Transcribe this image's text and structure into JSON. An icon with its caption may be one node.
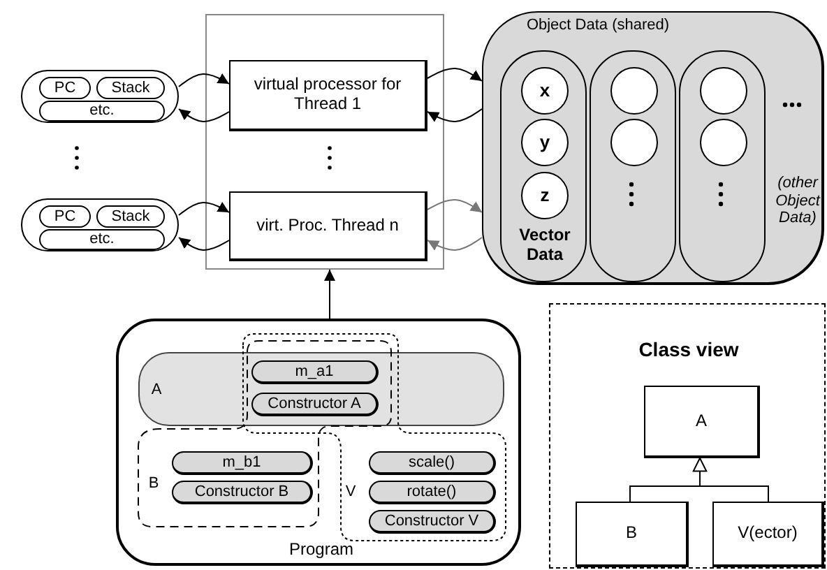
{
  "diagram": {
    "nodes": [
      {
        "text": [],
        "shape": "box"
      },
      {
        "text": [
          "PC"
        ],
        "in": 0
      },
      {
        "text": [
          "Stack"
        ],
        "in": 0
      },
      {
        "text": [
          "etc."
        ],
        "in": 0
      },
      {
        "text": [],
        "shape": "box"
      },
      {
        "text": [
          "PC"
        ],
        "in": 4
      },
      {
        "text": [
          "Stack"
        ],
        "in": 4
      },
      {
        "text": [
          "etc."
        ],
        "in": 4
      },
      {
        "text": [],
        "shape": "box"
      },
      {
        "text": [
          "virtual processor for Thread 1"
        ],
        "in": 8
      },
      {
        "text": [
          "virt. Proc. Thread n"
        ],
        "in": 8
      },
      {
        "text": [
          "Object Data (shared)",
          "(other Object Data)"
        ]
      },
      {
        "text": [
          "Vector Data"
        ],
        "in": 11
      },
      {
        "text": [
          "x"
        ],
        "in": 12
      },
      {
        "text": [
          "y"
        ],
        "in": 12
      },
      {
        "text": [
          "z"
        ],
        "in": 12
      },
      {
        "text": [],
        "shape": "box",
        "in": 11
      },
      {
        "text": [],
        "shape": "circle",
        "in": 16
      },
      {
        "text": [],
        "shape": "circle",
        "in": 16
      },
      {
        "text": [],
        "shape": "box",
        "in": 11
      },
      {
        "text": [],
        "shape": "circle",
        "in": 19
      },
      {
        "text": [],
        "shape": "circle",
        "in": 19
      },
      {
        "text": [
          "Program"
        ]
      },
      {
        "text": [
          "A"
        ],
        "in": 22
      },
      {
        "text": [
          "m_a1"
        ]
      },
      {
        "text": [
          "Constructor A"
        ]
      },
      {
        "text": [
          "B"
        ],
        "in": 22
      },
      {
        "text": [
          "m_b1"
        ],
        "in": 26
      },
      {
        "text": [
          "Constructor B"
        ],
        "in": 26
      },
      {
        "text": [
          "V"
        ],
        "in": 22
      },
      {
        "text": [
          "scale()"
        ],
        "in": 29
      },
      {
        "text": [
          "rotate()"
        ],
        "in": 29
      },
      {
        "text": [
          "Constructor V"
        ],
        "in": 29
      },
      {
        "text": [
          "Class view"
        ]
      },
      {
        "text": [
          "A"
        ],
        "in": 33
      },
      {
        "text": [
          "B"
        ],
        "in": 33
      },
      {
        "text": [
          "V(ector)"
        ],
        "in": 33
      }
    ],
    "edges": [
      {
        "from": 0,
        "to": 9,
        "arrow": "to"
      },
      {
        "from": 9,
        "to": 0,
        "arrow": "to"
      },
      {
        "from": 4,
        "to": 10,
        "arrow": "to"
      },
      {
        "from": 10,
        "to": 4,
        "arrow": "to"
      },
      {
        "from": 9,
        "to": 11,
        "arrow": "to"
      },
      {
        "from": 11,
        "to": 9,
        "arrow": "to"
      },
      {
        "from": 10,
        "to": 11,
        "arrow": "to",
        "color": "#777777"
      },
      {
        "from": 11,
        "to": 10,
        "arrow": "to",
        "color": "#777777"
      },
      {
        "from": 22,
        "to": 8,
        "arrow": "to"
      },
      {
        "from": 35,
        "to": 34,
        "arrow": "to"
      },
      {
        "from": 36,
        "to": 34,
        "arrow": "to"
      }
    ]
  }
}
